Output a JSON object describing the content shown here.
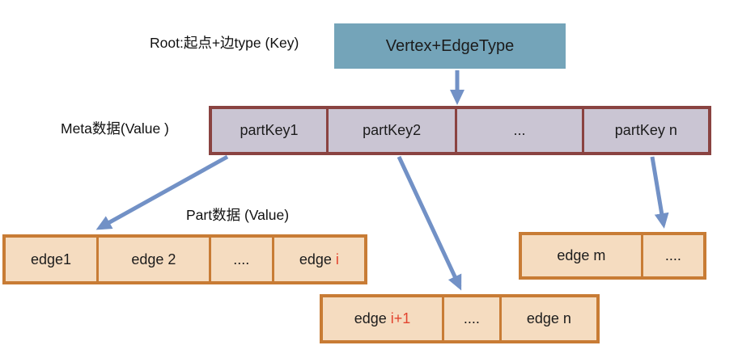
{
  "title": "Edge storage layout diagram",
  "colors": {
    "root_box_fill": "#74a4b9",
    "meta_border": "#8a4341",
    "meta_fill": "#cac5d3",
    "part_border": "#c87c35",
    "part_fill": "#f5dcc0",
    "arrow_blue": "#7291c6",
    "red_text": "#e2442f",
    "text": "#1c1c1c"
  },
  "labels": {
    "root": "Root:起点+边type (Key)",
    "meta": "Meta数据(Value )",
    "part": "Part数据 (Value)"
  },
  "root_box": {
    "text": "Vertex+EdgeType"
  },
  "meta_row": {
    "cells": [
      "partKey1",
      "partKey2",
      "...",
      "partKey n"
    ]
  },
  "part_row_1": {
    "cells": [
      {
        "text": "edge1"
      },
      {
        "text": "edge 2"
      },
      {
        "text": "...."
      },
      {
        "text": "edge ",
        "red": "i"
      }
    ]
  },
  "part_row_2": {
    "cells": [
      {
        "text": "edge ",
        "red": "i+1"
      },
      {
        "text": "...."
      },
      {
        "text": "edge n"
      }
    ]
  },
  "part_row_3": {
    "cells": [
      {
        "text": "edge m"
      },
      {
        "text": "...."
      }
    ]
  },
  "arrows": [
    {
      "name": "root-to-meta",
      "from": "Vertex+EdgeType",
      "to": "partKey row"
    },
    {
      "name": "partkey1-to-part-row-1",
      "from": "partKey1",
      "to": "edge1..edge i row"
    },
    {
      "name": "partkey2-to-part-row-2",
      "from": "partKey2",
      "to": "edge i+1..edge n row"
    },
    {
      "name": "partkeyn-to-part-row-3",
      "from": "partKey n",
      "to": "edge m row"
    }
  ]
}
